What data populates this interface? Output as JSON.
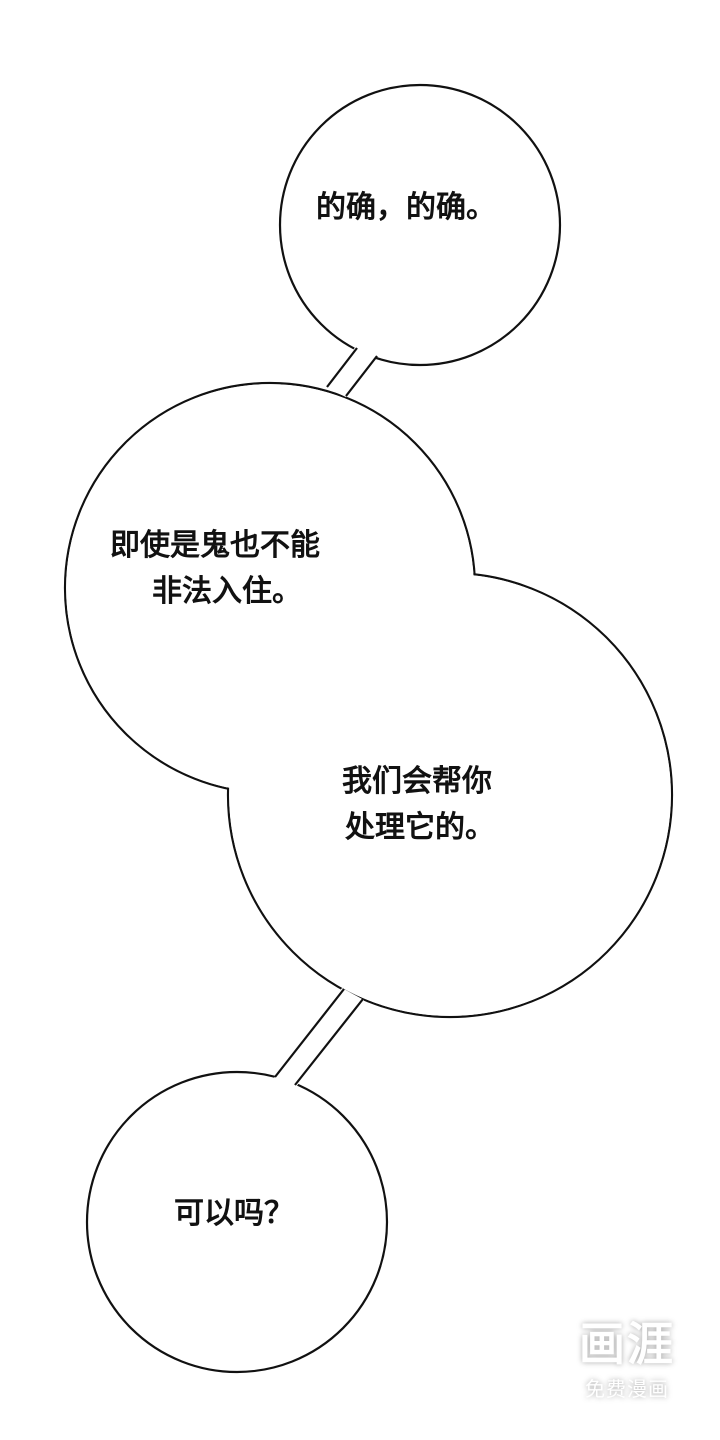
{
  "bubbles": {
    "a": {
      "text": "的确，的确。"
    },
    "b": {
      "line1": "即使是鬼也不能",
      "line2": "非法入住。"
    },
    "c": {
      "line1": "我们会帮你",
      "line2": "处理它的。"
    },
    "d": {
      "text": "可以吗？"
    }
  },
  "watermark": {
    "logo": "画涯",
    "subtitle": "免费漫画"
  },
  "colors": {
    "background": "#ffffff",
    "stroke": "#111111",
    "text": "#111111"
  }
}
